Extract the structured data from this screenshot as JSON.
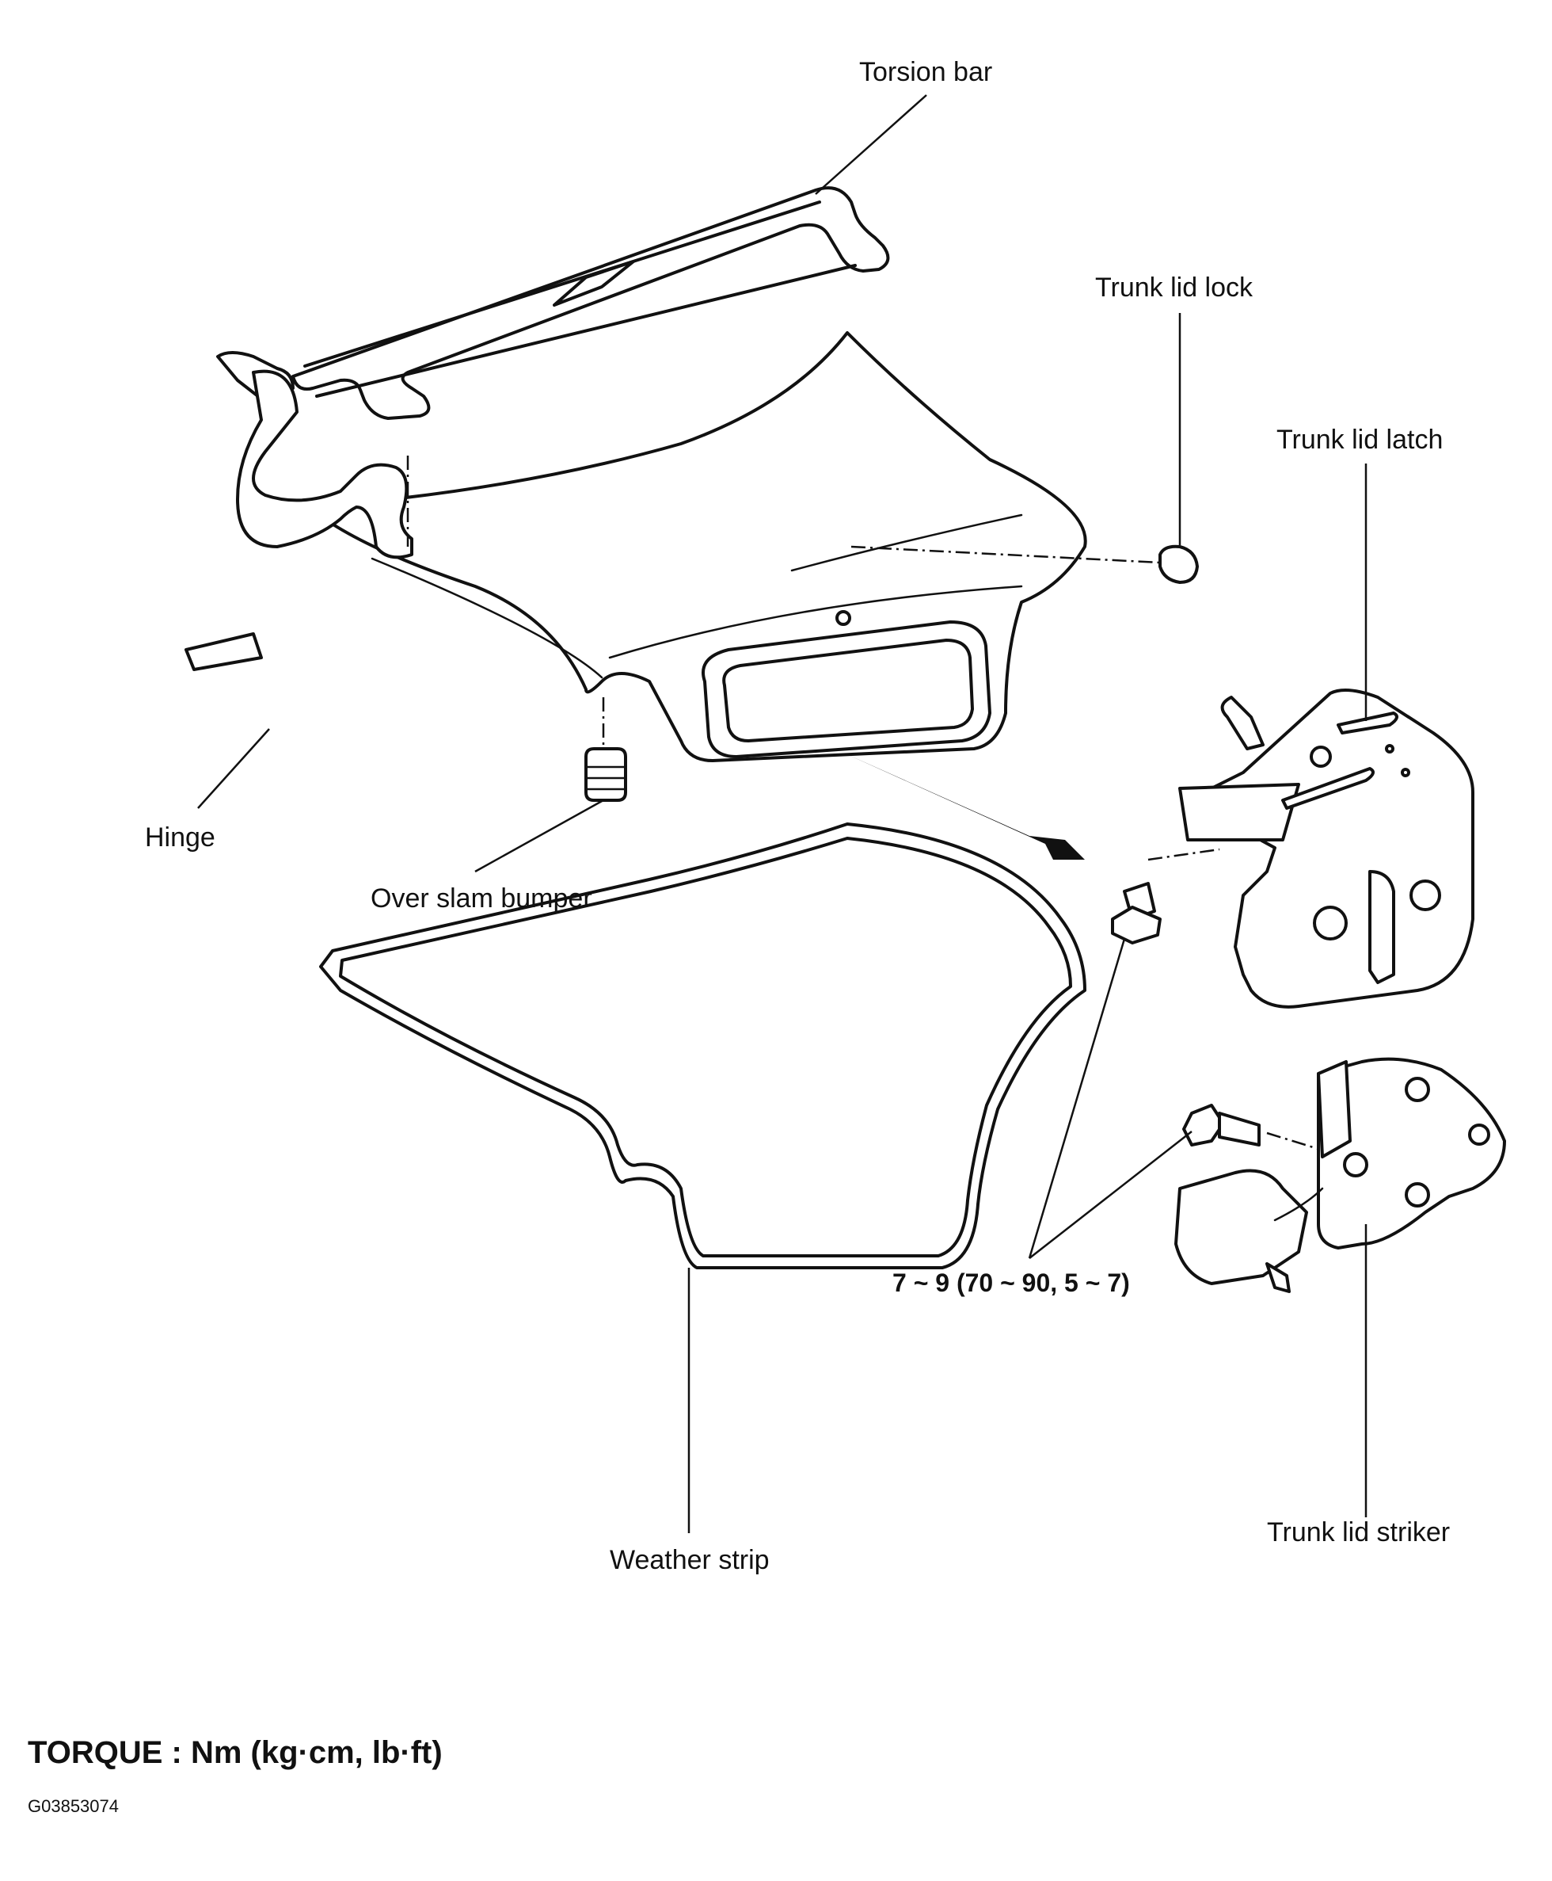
{
  "labels": {
    "torsion_bar": "Torsion bar",
    "trunk_lid_lock": "Trunk lid lock",
    "trunk_lid_latch": "Trunk lid latch",
    "hinge": "Hinge",
    "over_slam_bumper": "Over slam bumper",
    "weather_strip": "Weather strip",
    "trunk_lid_striker": "Trunk lid striker",
    "torque_value": "7 ~ 9 (70 ~ 90, 5 ~ 7)"
  },
  "footer": {
    "torque_units": "TORQUE : Nm (kg·cm, lb·ft)",
    "figure_code": "G03853074"
  }
}
